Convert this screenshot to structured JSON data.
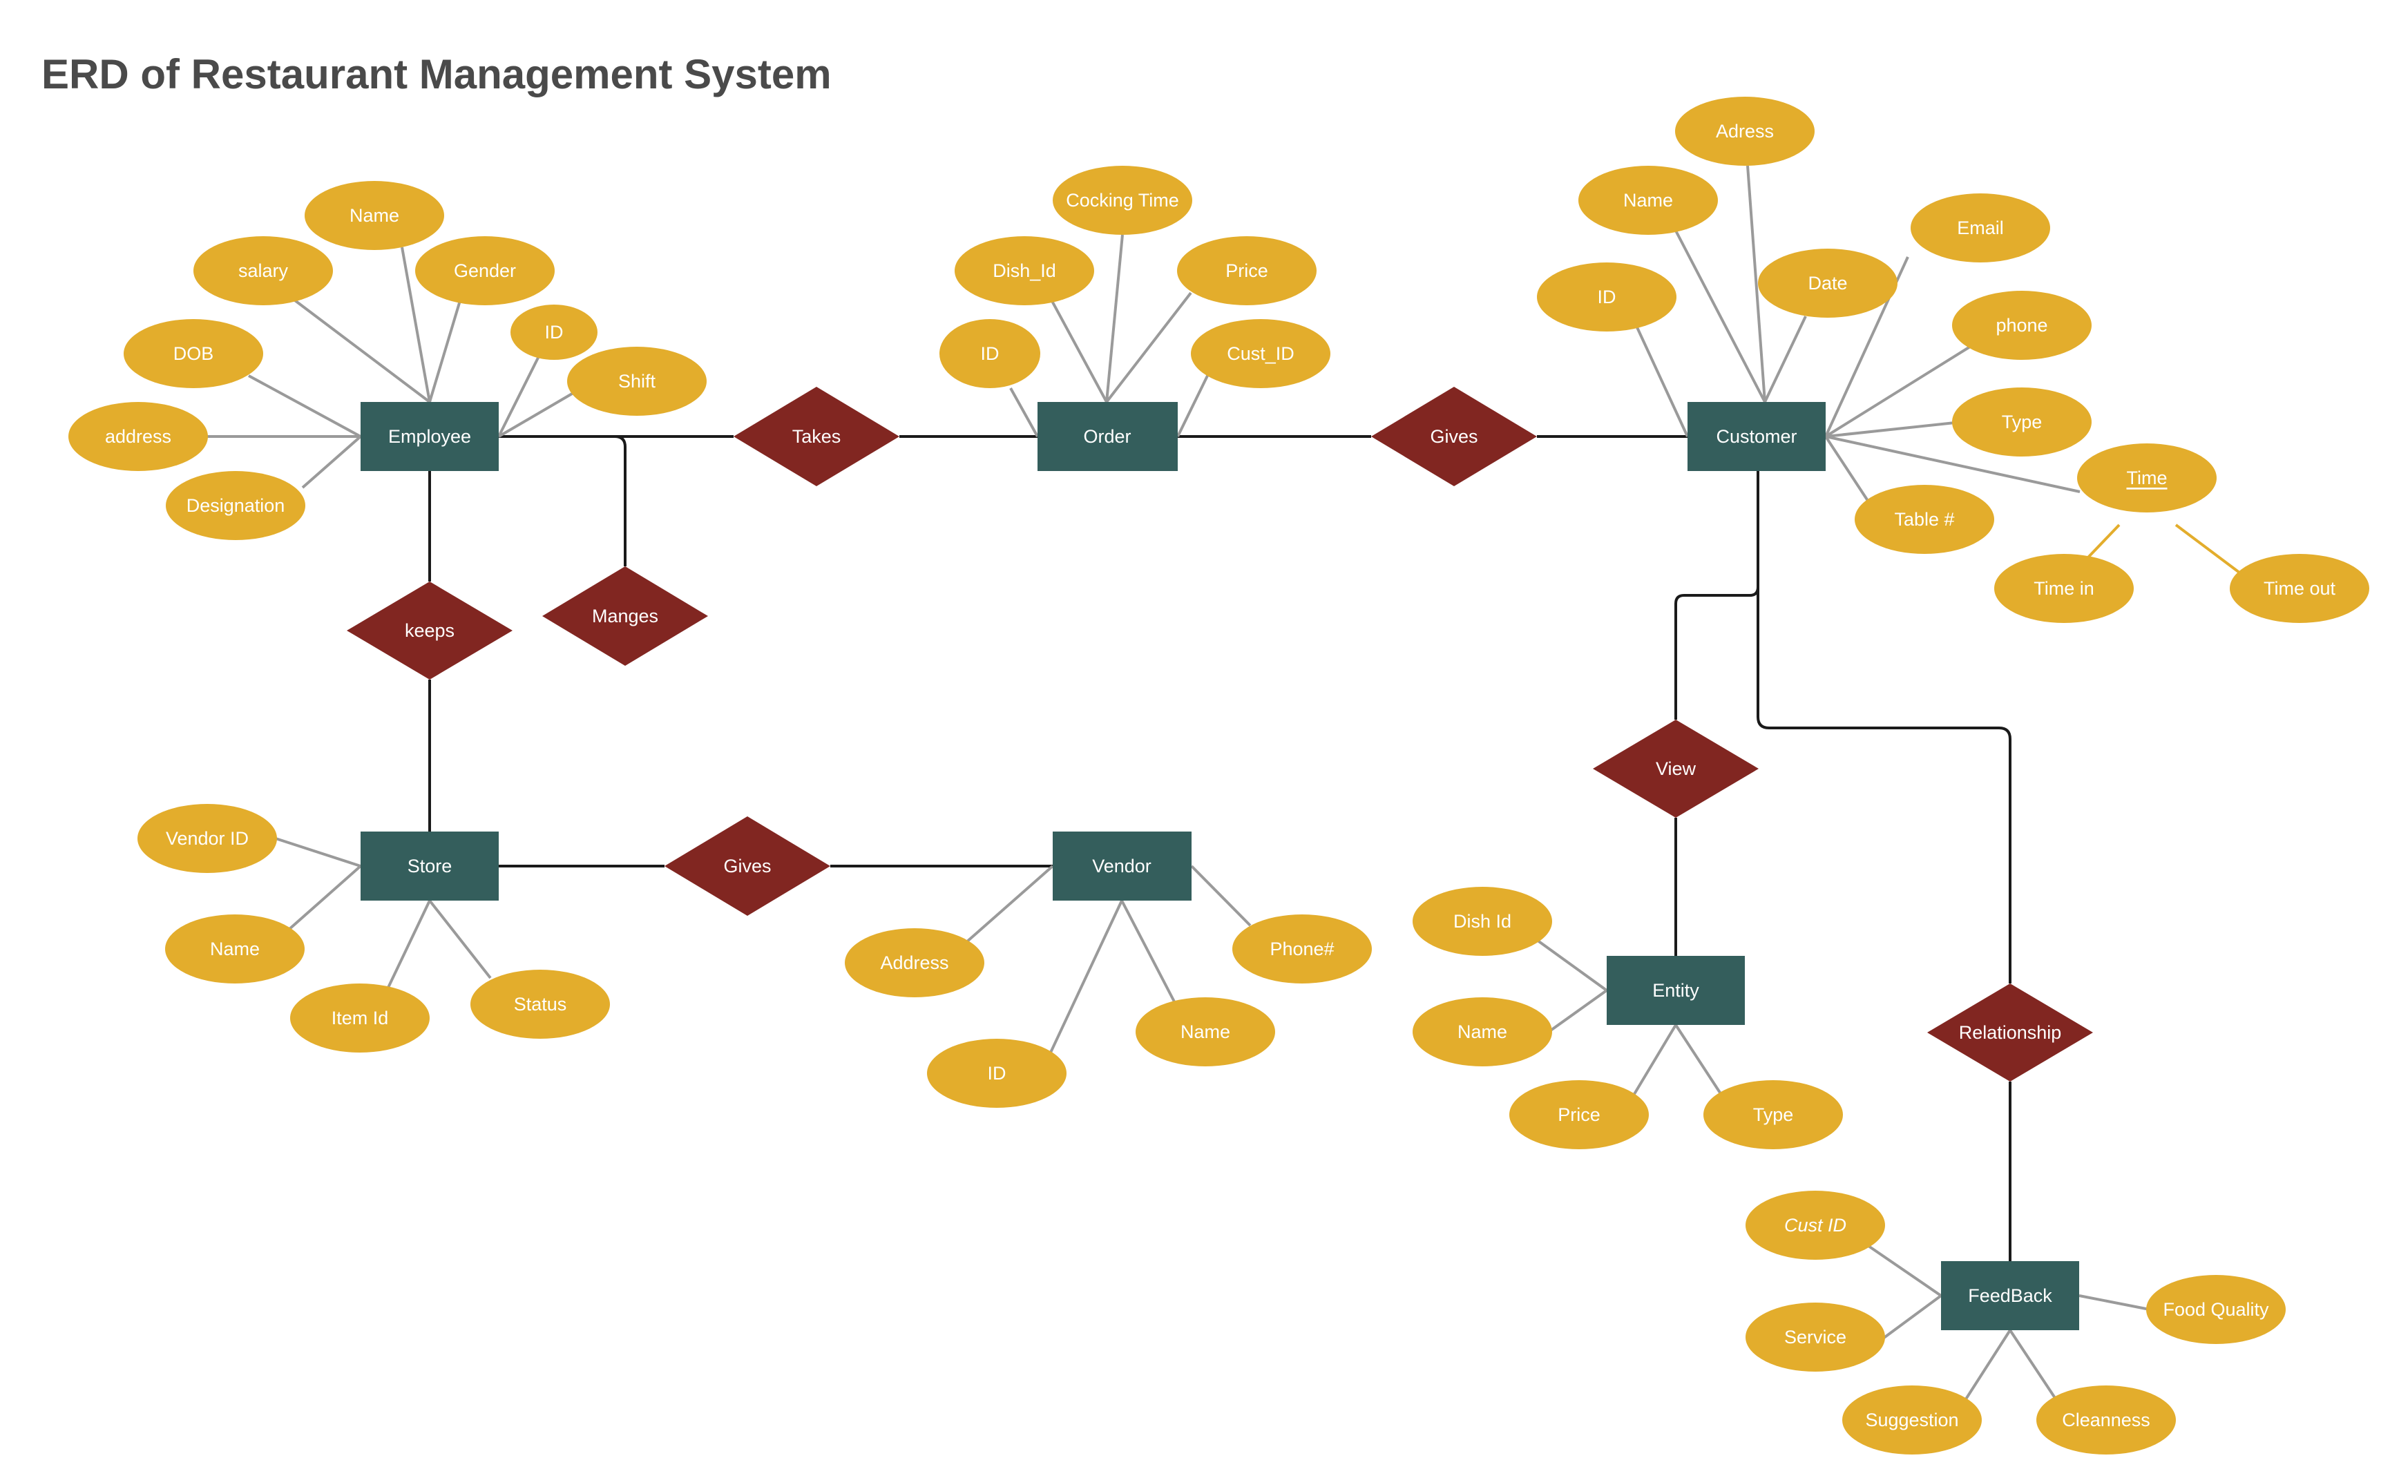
{
  "title": "ERD of Restaurant Management System",
  "colors": {
    "entity_fill": "#345e5c",
    "relationship_fill": "#812621",
    "attribute_fill": "#e3ad2c",
    "text": "#ffffff",
    "title_text": "#4a4a4a",
    "attribute_line": "#9a9a9a",
    "relationship_line": "#1a1a1a",
    "accent_line": "#e3ad2c"
  },
  "entities": {
    "employee": "Employee",
    "order": "Order",
    "customer": "Customer",
    "store": "Store",
    "vendor": "Vendor",
    "entity": "Entity",
    "feedback": "FeedBack"
  },
  "relationships": {
    "takes": "Takes",
    "gives_order": "Gives",
    "keeps": "keeps",
    "manges": "Manges",
    "gives_store": "Gives",
    "view": "View",
    "relationship": "Relationship"
  },
  "attributes": {
    "employee": {
      "name": "Name",
      "salary": "salary",
      "gender": "Gender",
      "dob": "DOB",
      "id": "ID",
      "shift": "Shift",
      "address": "address",
      "designation": "Designation"
    },
    "order": {
      "cocking_time": "Cocking Time",
      "dish_id": "Dish_Id",
      "price": "Price",
      "id": "ID",
      "cust_id": "Cust_ID"
    },
    "customer": {
      "adress": "Adress",
      "name": "Name",
      "email": "Email",
      "date": "Date",
      "id": "ID",
      "phone": "phone",
      "type": "Type",
      "time": "Time",
      "table": "Table #",
      "time_in": "Time in",
      "time_out": "Time out"
    },
    "store": {
      "vendor_id": "Vendor ID",
      "name": "Name",
      "item_id": "Item Id",
      "status": "Status"
    },
    "vendor": {
      "address": "Address",
      "phone": "Phone#",
      "name": "Name",
      "id": "ID"
    },
    "entity": {
      "dish_id": "Dish Id",
      "name": "Name",
      "price": "Price",
      "type": "Type"
    },
    "feedback": {
      "cust_id": "Cust ID",
      "food_quality": "Food Quality",
      "service": "Service",
      "suggestion": "Suggestion",
      "cleanness": "Cleanness"
    }
  }
}
